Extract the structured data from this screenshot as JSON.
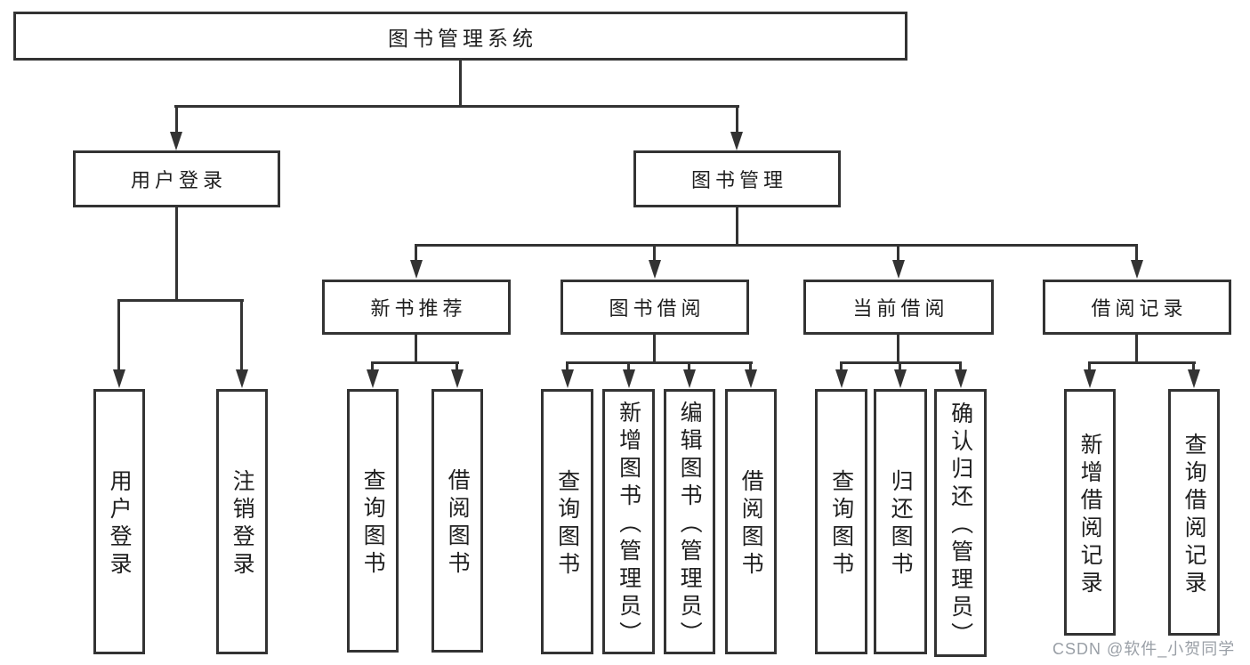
{
  "diagram": {
    "type": "hierarchy-tree",
    "root": {
      "label": "图书管理系统"
    },
    "branches": [
      {
        "label": "用户登录",
        "children": [
          {
            "label": "用户登录"
          },
          {
            "label": "注销登录"
          }
        ]
      },
      {
        "label": "图书管理",
        "children": [
          {
            "label": "新书推荐",
            "children": [
              {
                "label": "查询图书"
              },
              {
                "label": "借阅图书"
              }
            ]
          },
          {
            "label": "图书借阅",
            "children": [
              {
                "label": "查询图书"
              },
              {
                "label": "新增图书（管理员）"
              },
              {
                "label": "编辑图书（管理员）"
              },
              {
                "label": "借阅图书"
              }
            ]
          },
          {
            "label": "当前借阅",
            "children": [
              {
                "label": "查询图书"
              },
              {
                "label": "归还图书"
              },
              {
                "label": "确认归还（管理员）"
              }
            ]
          },
          {
            "label": "借阅记录",
            "children": [
              {
                "label": "新增借阅记录"
              },
              {
                "label": "查询借阅记录"
              }
            ]
          }
        ]
      }
    ]
  },
  "watermark": {
    "text": "CSDN @软件_小贺同学"
  },
  "colors": {
    "line": "#333333",
    "text": "#1f1f1f",
    "watermark": "#8f959d",
    "background": "#ffffff"
  }
}
